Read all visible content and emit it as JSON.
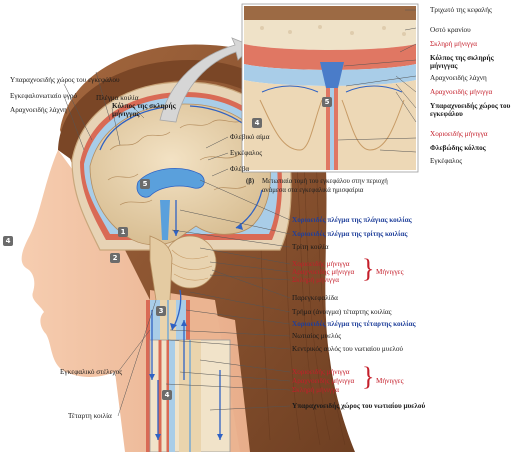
{
  "colors": {
    "hair": "#8a5330",
    "skin": "#f0bfa0",
    "csf_blue": "#2f62c4",
    "meninges_red": "#c41e2a",
    "label_blue": "#1f3f9a"
  },
  "labels_top_left": [
    "Υπαραχνοειδής χώρος του εγκεφάλου",
    "Εγκεφαλονωτιαίο υγρό",
    "Αραχνοειδής λάχνη",
    "Πλέγμα κοιλία",
    "Κόλπος της σκληρής μήνιγγας"
  ],
  "labels_mid": {
    "venous_blood": "Φλεβικό αίμα",
    "brain": "Εγκέφαλος",
    "vein": "Φλέβα"
  },
  "inset_labels": {
    "scalp": "Τριχωτό της κεφαλής",
    "skull": "Οστό κρανίου",
    "dura": "Σκληρή μήνιγγα",
    "dural_sinus": "Κόλπος της σκληρής μήνιγγας",
    "arachnoid_villus": "Αραχνοειδής λάχνη",
    "arachnoid": "Αραχνοειδής μήνιγγα",
    "subarachnoid": "Υπαραχνοειδής χώρος του εγκεφάλου",
    "pia": "Χοριοειδής μήνιγγα",
    "venous_sinus": "Φλεβώδης κόλπος",
    "brain": "Εγκέφαλος"
  },
  "inset_caption": {
    "letter": "(β)",
    "text_line1": "Μετωπιαία τομή του εγκεφάλου στην περιοχή",
    "text_line2": "ανάμεσα στα εγκεφαλικά ημισφαίρια"
  },
  "labels_right": {
    "choroid_lateral": "Χοριοειδές πλέγμα της πλάγιας κοιλίας",
    "choroid_third": "Χοριοειδές πλέγμα της τρίτης κοιλίας",
    "third_ventricle": "Τρίτη κοιλία",
    "pia": "Χοριοειδής μήνιγγα",
    "arachnoid": "Αραχνοειδής μήνιγγα",
    "dura": "Σκληρή μήνιγγα",
    "meninges": "Μήνιγγες",
    "cerebellum": "Παρεγκεφαλίδα",
    "fourth_opening": "Τρήμα (άνοιγμα) τέταρτης κοιλίας",
    "choroid_fourth": "Χοριοειδές πλέγμα της τέταρτης κοιλίας",
    "spinal_cord": "Νωτιαίος μυελός",
    "central_canal": "Κεντρικός αυλός του νωτιαίου μυελού",
    "pia2": "Χοριοειδής μήνιγγα",
    "arachnoid2": "Αραχνοειδής μήνιγγα",
    "dura2": "Σκληρή μήνιγγα",
    "meninges2": "Μήνιγγες",
    "spinal_subarachnoid": "Υπαραχνοειδής χώρος του νωτιαίου μυελού"
  },
  "labels_bottom_left": {
    "brainstem": "Εγκεφαλικό στέλεχος",
    "fourth_ventricle": "Τέταρτη κοιλία"
  },
  "markers": [
    "1",
    "2",
    "3",
    "4",
    "5"
  ]
}
